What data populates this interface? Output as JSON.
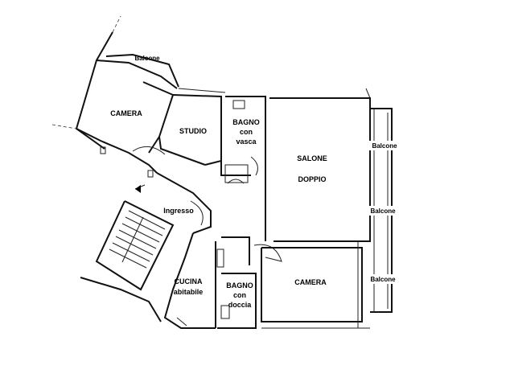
{
  "rooms": {
    "balcone_top": "Balcone",
    "camera_top": "CAMERA",
    "studio": "STUDIO",
    "bagno_top_line1": "BAGNO",
    "bagno_top_line2": "con",
    "bagno_top_line3": "vasca",
    "salone_line1": "SALONE",
    "salone_line2": "DOPPIO",
    "balcone_right_1": "Balcone",
    "balcone_right_2": "Balcone",
    "balcone_right_3": "Balcone",
    "ingresso": "Ingresso",
    "cucina_line1": "CUCINA",
    "cucina_line2": "abitabile",
    "bagno_bottom_line1": "BAGNO",
    "bagno_bottom_line2": "con",
    "bagno_bottom_line3": "doccia",
    "camera_bottom": "CAMERA"
  }
}
